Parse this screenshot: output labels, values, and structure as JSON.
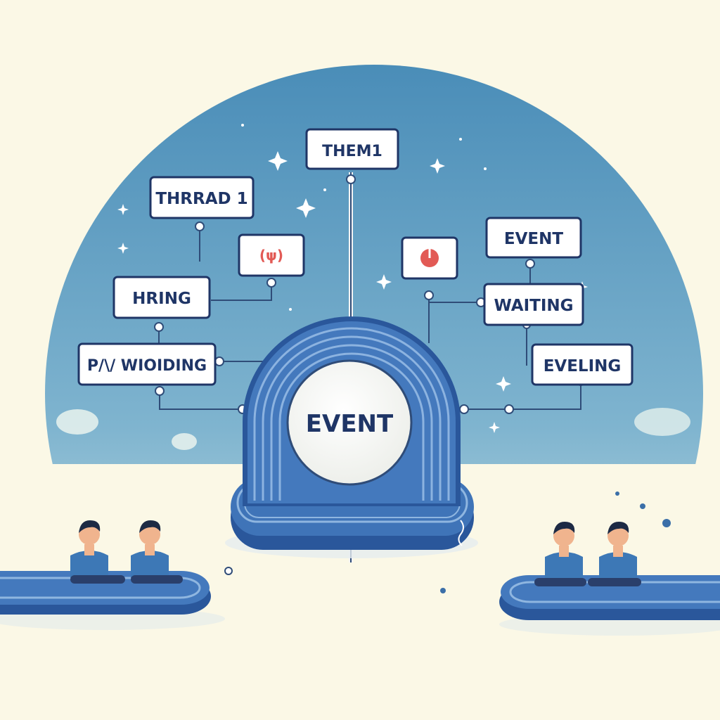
{
  "colors": {
    "background": "#fbf8e6",
    "sky_top": "#4a8db8",
    "sky_bottom": "#d8ecea",
    "hub_blue": "#3f74b8",
    "hub_dark": "#2a579b",
    "label_border": "#1f3566",
    "label_text": "#1f3566",
    "accent_red": "#e25a55",
    "person_shirt": "#3d78b6",
    "person_hair": "#1d2a44"
  },
  "hub": {
    "label": "EVENT"
  },
  "labels": [
    {
      "id": "them1",
      "text": "THEM1"
    },
    {
      "id": "thread1",
      "text": "THRRAD 1"
    },
    {
      "id": "hring",
      "text": "HRING"
    },
    {
      "id": "pn-wioiding",
      "text": "P/\\/ WIOIDING"
    },
    {
      "id": "event",
      "text": "EVENT"
    },
    {
      "id": "waiting",
      "text": "WAITING"
    },
    {
      "id": "eveling",
      "text": "EVELING"
    }
  ],
  "icon_boxes": [
    {
      "id": "left",
      "text": "(ψ)",
      "icon": "ear-symbol-icon"
    },
    {
      "id": "right",
      "text": "",
      "icon": "pie-alert-icon"
    }
  ]
}
